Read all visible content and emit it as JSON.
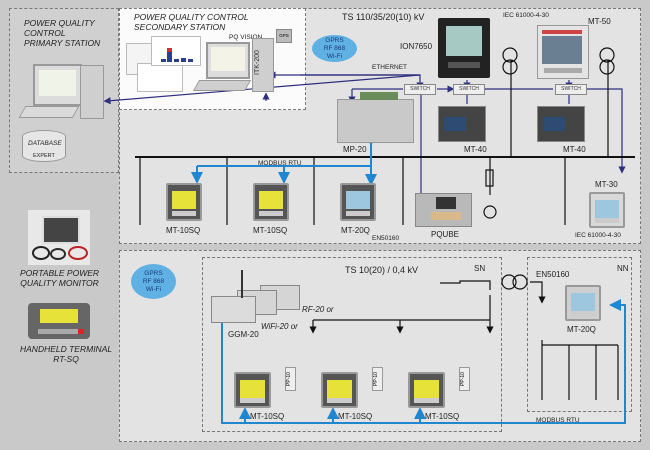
{
  "primary_station": {
    "title": "POWER QUALITY\nCONTROL\nPRIMARY  STATION",
    "database_label": "DATABASE",
    "database_sub": "EXPERT"
  },
  "secondary_station": {
    "title": "POWER QUALITY CONTROL\nSECONDARY STATION",
    "software_label": "PQ VISION",
    "server_label": "ITK-200",
    "gps_label": "GPS"
  },
  "portable": {
    "monitor_label": "PORTABLE POWER\nQUALITY MONITOR",
    "terminal_label": "HANDHELD TERMINAL\nRT-SQ"
  },
  "substation_hv": {
    "title": "TS 110/35/20(10) kV",
    "cloud_text": "GPRS\nRF 868\nWi-Fi",
    "ethernet_label": "ETHERNET",
    "switch_label": "SWITCH",
    "modbus_label": "MODBUS RTU",
    "devices": {
      "ion": "ION7650",
      "iec_top": "IEC 61000-4-30",
      "mt50": "MT-50",
      "mp20": "MP-20",
      "mt40_a": "MT-40",
      "mt40_b": "MT-40",
      "mt10sq_a": "MT-10SQ",
      "mt10sq_b": "MT-10SQ",
      "mt20q": "MT-20Q",
      "en50160": "EN50160",
      "pqube": "PQUBE",
      "mt30": "MT-30",
      "iec_bottom": "IEC 61000-4-30"
    }
  },
  "substation_lv": {
    "cloud_text": "GPRS\nRF 868\nWi-Fi",
    "title": "TS 10(20) / 0,4 kV",
    "sn_label": "SN",
    "nn_label": "NN",
    "en50160": "EN50160",
    "mt20q": "MT-20Q",
    "rf20": "RF-20 or",
    "wifi20": "WiFi-20 or",
    "ggm20": "GGM-20",
    "pp10": "PP-10",
    "mt10sq": [
      "MT-10SQ",
      "MT-10SQ",
      "MT-10SQ"
    ],
    "modbus_label": "MODBUS RTU"
  },
  "colors": {
    "ethernet": "#2f2f7f",
    "modbus": "#1f86cf",
    "busbar": "#111111",
    "cloud": "#5fb0e3"
  }
}
